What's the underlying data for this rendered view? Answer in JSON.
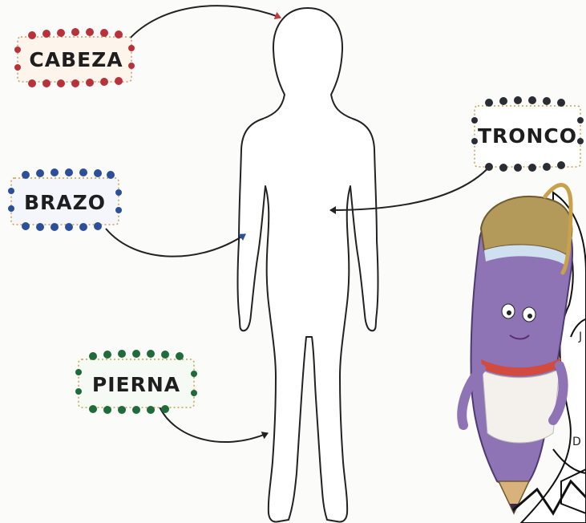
{
  "labels": {
    "cabeza": {
      "text": "CABEZA",
      "dot_color": "#b8323a"
    },
    "brazo": {
      "text": "BRAZO",
      "dot_color": "#2b4f9a"
    },
    "tronco": {
      "text": "TRONCO",
      "dot_color": "#2a2d33"
    },
    "pierna": {
      "text": "PIERNA",
      "dot_color": "#1f6b3a"
    }
  },
  "colors": {
    "outline": "#222222",
    "arrow": "#222222",
    "pencil_body": "#8e74b4",
    "pencil_cap": "#b39a5a",
    "badge_border": "#c9a14a"
  },
  "corner_letters": [
    "J",
    "D"
  ]
}
